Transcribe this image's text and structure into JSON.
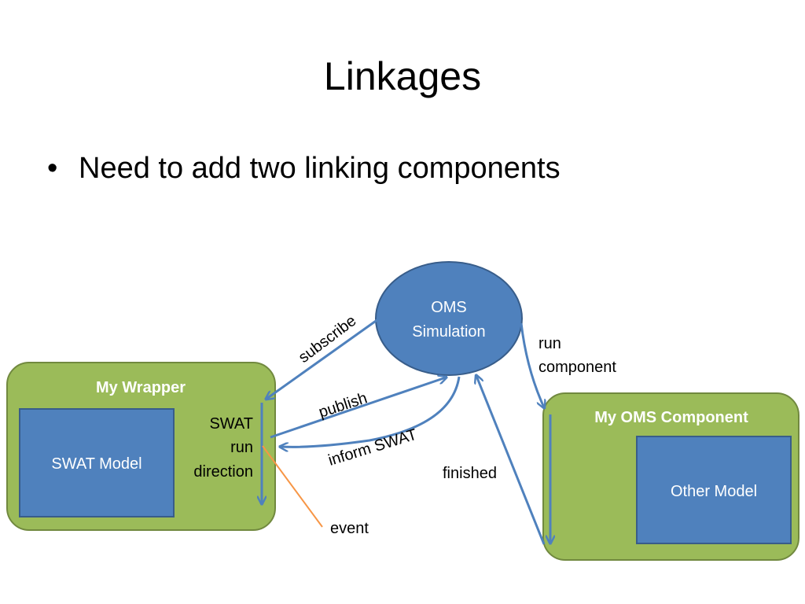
{
  "slide": {
    "title": "Linkages",
    "bullet": "Need to add two linking components",
    "bullet_glyph": "•"
  },
  "diagram": {
    "oms_simulation": {
      "line1": "OMS",
      "line2": "Simulation"
    },
    "my_wrapper": {
      "title": "My Wrapper",
      "inner_model": "SWAT Model",
      "run_direction": [
        "SWAT",
        "run",
        "direction"
      ]
    },
    "my_oms_component": {
      "title": "My OMS Component",
      "inner_model": "Other Model"
    },
    "edge_labels": {
      "subscribe": "subscribe",
      "publish": "publish",
      "inform_swat": "inform SWAT",
      "run_component_1": "run",
      "run_component_2": "component",
      "finished": "finished",
      "event": "event"
    },
    "colors": {
      "container_fill": "#9bbb59",
      "container_stroke": "#71893f",
      "model_fill": "#4f81bd",
      "model_stroke": "#385d8a",
      "arrow": "#4f81bd",
      "event_line": "#f79646"
    }
  }
}
